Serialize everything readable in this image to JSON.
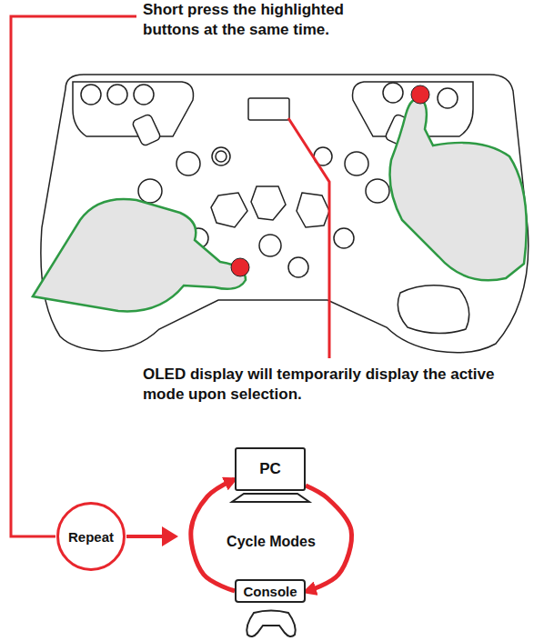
{
  "diagram": {
    "nodes": [
      {
        "text": [
          "PC"
        ]
      },
      {
        "text": [
          "Repeat"
        ]
      },
      {
        "text": [
          "Console"
        ]
      }
    ],
    "edges": [
      {
        "from": 0,
        "to": 2,
        "arrow": "to"
      },
      {
        "from": 2,
        "to": 0,
        "arrow": "to"
      }
    ],
    "labels": [
      "Short press the highlighted buttons at the same time.",
      "OLED display will temporarily display the active mode upon selection.",
      "Cycle Modes"
    ]
  }
}
